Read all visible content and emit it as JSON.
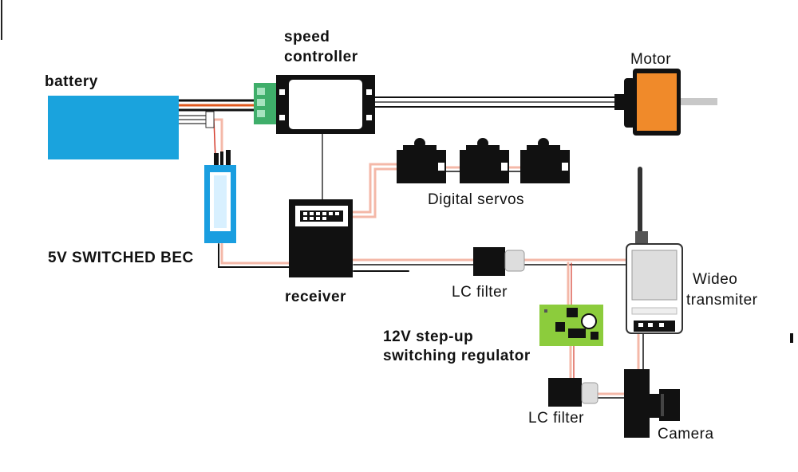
{
  "labels": {
    "battery": "battery",
    "speed_controller_line1": "speed",
    "speed_controller_line2": "controller",
    "motor": "Motor",
    "digital_servos": "Digital servos",
    "bec": "5V SWITCHED BEC",
    "receiver": "receiver",
    "lc_filter_top": "LC filter",
    "video_tx_line1": "Wideo",
    "video_tx_line2": "transmiter",
    "regulator_line1": "12V step-up",
    "regulator_line2": "switching  regulator",
    "lc_filter_bottom": "LC filter",
    "camera": "Camera"
  },
  "colors": {
    "battery_blue": "#1aa3dd",
    "bec_blue": "#1a9ee0",
    "motor_orange": "#f08a2a",
    "regulator_green": "#8ccc3c",
    "connector_green": "#3fae6a",
    "wire_pink": "#f4b8a8",
    "wire_red": "#d43a2a",
    "wire_black": "#111111"
  }
}
